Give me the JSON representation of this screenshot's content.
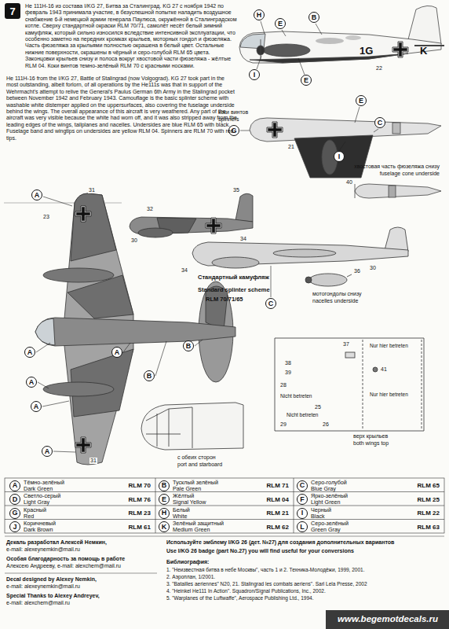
{
  "diagram": {
    "nodes": [
      {
        "text": [
          "7"
        ]
      },
      {
        "text": [
          "H"
        ]
      },
      {
        "text": [
          "E"
        ]
      },
      {
        "text": [
          "B"
        ]
      },
      {
        "text": [
          "I"
        ]
      },
      {
        "text": [
          "E"
        ]
      },
      {
        "text": [
          "G"
        ]
      },
      {
        "text": [
          "E"
        ]
      },
      {
        "text": [
          "C"
        ]
      },
      {
        "text": [
          "I"
        ]
      },
      {
        "text": [
          "A"
        ]
      },
      {
        "text": [
          "A"
        ]
      },
      {
        "text": [
          "A"
        ]
      },
      {
        "text": [
          "A"
        ]
      },
      {
        "text": [
          "A"
        ]
      },
      {
        "text": [
          "A"
        ]
      },
      {
        "text": [
          "B"
        ]
      },
      {
        "text": [
          "B"
        ]
      },
      {
        "text": [
          "C"
        ]
      },
      {
        "text": [
          "A"
        ]
      },
      {
        "text": [
          "B"
        ]
      },
      {
        "text": [
          "C"
        ]
      },
      {
        "text": [
          "D"
        ]
      },
      {
        "text": [
          "E"
        ]
      },
      {
        "text": [
          "F"
        ]
      },
      {
        "text": [
          "G"
        ]
      },
      {
        "text": [
          "H"
        ]
      },
      {
        "text": [
          "I"
        ]
      },
      {
        "text": [
          "J"
        ]
      },
      {
        "text": [
          "K"
        ]
      },
      {
        "text": [
          "L"
        ]
      }
    ],
    "labels": [
      "He 111H-16 из состава I/KG 27, Битва за Сталинград. KG 27 с ноября 1942 по февраль 1943 принимала участие, в безуспешной попытке наладить воздушное снабжение 6-й немецкой армии генерала Паулюса, окружённой в Сталинградском котле. Сверху стандартной окраски RLM 70/71, самолёт несёт белый зимний камуфляж, который сильно износился вследствие интенсивной эксплуатации, что особенно заметно на передних кромках крыльев, моторных гондол и фюзеляжа. Часть фюзеляжа за крыльями полностью окрашена в белый цвет. Остальные нижние поверхности, окрашены в чёрный и серо-голубой RLM 65 цвета. Законцовки крыльев снизу и полоса вокруг хвостовой части фюзеляжа - жёлтые RLM 04. Коки винтов темно-зелёный RLM 70 с красными носками.",
      "He 111H-16 from the I/KG 27, Battle of Stalingrad (now Volgograd). KG 27 took part in the most outstanding, albeit forlorn, of all operations by the He111s was that in support of the Wehrmacht's attempt to relive the General's Paulus German 6th Army in the Stalingrad pocket between November 1942 and February 1943. Camouflage is the basic splinter scheme with washable white distemper applied on the uppersurfaces, also covering the fuselage underside behind the wings. The overall appearance of this aircraft is very weathered. Any part of the aircraft was very visible because the white had worn off, and it was also stripped away from the leading edges of the wings, tailplanes and nacelles. Undersides are blue RLM 65 with black. Fuselage band and wingtips on undersides are yellow RLM 04. Spinners are RLM 70 with red tips.",
      "1G",
      "K",
      "22",
      "коки винтов",
      "spinners",
      "21",
      "хвостовая часть фюзеляжа снизу",
      "fuselage cone underside",
      "40",
      "23",
      "31",
      "32",
      "30",
      "34",
      "35",
      "Стандартный камуфляж",
      "Standard splinter scheme",
      "RLM 70/71/65",
      "34",
      "30",
      "36",
      "мотогондолы снизу",
      "nacelles underside",
      "Nur hier betreten",
      "37",
      "38",
      "39",
      "41",
      "Nur hier betreten",
      "28",
      "Nicht betreten",
      "25",
      "Nicht betreten",
      "29",
      "26",
      "верх крыльев",
      "both wings top",
      "31",
      "с обеих сторон",
      "port and starboard",
      "Тёмно-зелёный",
      "Dark Green",
      "RLM 70",
      "Тусклый зелёный",
      "Pale Green",
      "RLM 71",
      "Серо-голубой",
      "Blue Gray",
      "RLM 65",
      "Светло-серый",
      "Light Gray",
      "RLM 76",
      "Жёлтый",
      "Signal Yellow",
      "RLM 04",
      "Ярко-зелёный",
      "Light Green",
      "RLM 25",
      "Красный",
      "Red",
      "RLM 23",
      "Белый",
      "White",
      "RLM 21",
      "Черный",
      "Black",
      "RLM 22",
      "Коричневый",
      "Dark Brown",
      "RLM 61",
      "Зелёный защитный",
      "Medium Green",
      "RLM 62",
      "Серо-зелёный",
      "Green Gray",
      "RLM 63",
      "Декаль разработал Алексей Немкин,",
      "e-mail: alexeynemkin@mail.ru",
      "Особая благодарность за помощь в работе",
      "Алексею Андрееву, e-mail: alexchem@mail.ru",
      "Decal designed by Alexey Nemkin,",
      "e-mail: alexeynemkin@mail.ru",
      "Special Thanks to Alexey Andreyev,",
      "e-mail: alexchem@mail.ru",
      "Используйте эмблему I/KG 26 (дет. №27) для создания дополнительных вариантов",
      "Use I/KG 26 badge (part No.27) you will find useful for your conversions",
      "Библиография:",
      "1. \"Неизвестная битва в небе Москвы\", часть 1 и 2. Техника-Молодёжи, 1999, 2001.",
      "2. Аэроплан, 1/2001.",
      "3. \"Batailles aeriennes\" N20, 21. Stalingrad les combats aeriens\". Sarl Lela Presse, 2002",
      "4. \"Heinkel He111 In Action\". Squadron/Signal Publications, Inc., 2002.",
      "5. \"Warplanes of the Luftwaffe\", Aerospace Publishing Ltd., 1994.",
      "www.begemotdecals.ru"
    ]
  }
}
